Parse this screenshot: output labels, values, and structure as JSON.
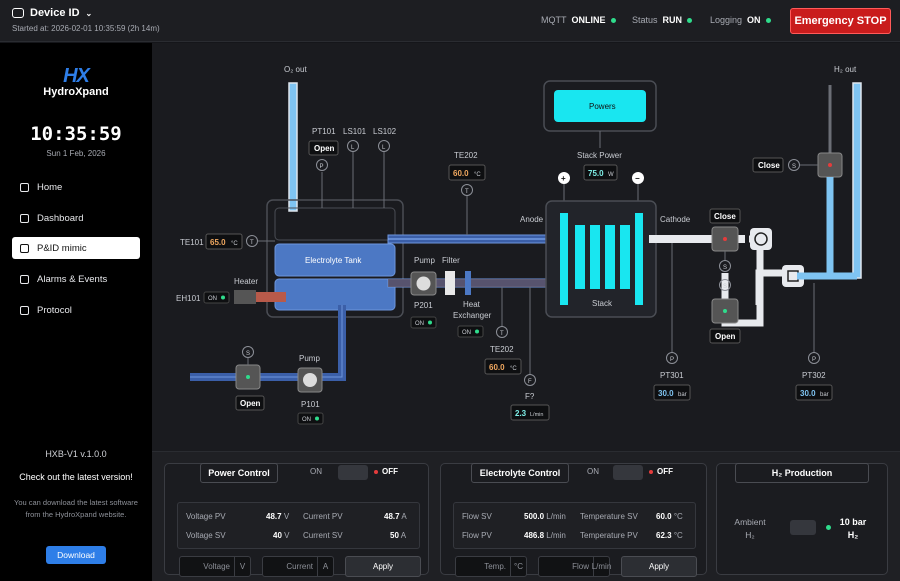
{
  "header": {
    "device": "Device ID",
    "started": "Started at: 2026-02-01 10:35:59 (2h 14m)",
    "mqtt_label": "MQTT",
    "mqtt_val": "ONLINE",
    "status_label": "Status",
    "status_val": "RUN",
    "logging_label": "Logging",
    "logging_val": "ON",
    "estop": "Emergency STOP"
  },
  "sidebar": {
    "logo": "HX",
    "brand": "HydroXpand",
    "clock": "10:35:59",
    "date": "Sun 1 Feb, 2026",
    "items": [
      {
        "label": "Home"
      },
      {
        "label": "Dashboard"
      },
      {
        "label": "P&ID mimic"
      },
      {
        "label": "Alarms & Events"
      },
      {
        "label": "Protocol"
      }
    ],
    "version": "HXB-V1 v.1.0.0",
    "check": "Check out the latest version!",
    "download_text": "You can download the latest software from the HydroXpand website.",
    "download": "Download"
  },
  "pid": {
    "o2_out": "O₂ out",
    "h2_out": "H₂ out",
    "pt101": "PT101",
    "pt101_btn": "Open",
    "ls101": "LS101",
    "ls102": "LS102",
    "te202_top": "TE202",
    "te202_top_val": "60.0",
    "te101": "TE101",
    "te101_val": "65.0",
    "degc": "°C",
    "tank": "Electrolyte Tank",
    "heater": "Heater",
    "eh101": "EH101",
    "on": "ON",
    "pump": "Pump",
    "filter": "Filter",
    "p201": "P201",
    "heat_ex1": "Heat",
    "heat_ex2": "Exchanger",
    "te202_bot": "TE202",
    "te202_bot_val": "60.0",
    "p101": "P101",
    "pump2": "Pump",
    "open_btn": "Open",
    "flow_label": "F?",
    "flow_val": "2.3",
    "lmin": "L/min",
    "powers": "Powers",
    "stack_power": "Stack Power",
    "stack_power_val": "75.0",
    "w": "W",
    "plus": "+",
    "minus": "−",
    "anode": "Anode",
    "cathode": "Cathode",
    "stack": "Stack",
    "close1": "Close",
    "close2": "Close",
    "open2": "Open",
    "pt301": "PT301",
    "pt301_val": "30.0",
    "pt302": "PT302",
    "pt302_val": "30.0",
    "bar": "bar",
    "s": "S",
    "l": "L",
    "p": "P",
    "t": "T",
    "f": "F"
  },
  "power": {
    "title": "Power Control",
    "on": "ON",
    "off": "OFF",
    "vpv": "Voltage PV",
    "vpv_val": "48.7",
    "vpv_u": "V",
    "cpv": "Current PV",
    "cpv_val": "48.7",
    "cpv_u": "A",
    "vsv": "Voltage SV",
    "vsv_val": "40",
    "vsv_u": "V",
    "csv": "Current SV",
    "csv_val": "50",
    "csv_u": "A",
    "in1": "Voltage",
    "in1_u": "V",
    "in2": "Current",
    "in2_u": "A",
    "apply": "Apply"
  },
  "elec": {
    "title": "Electrolyte Control",
    "on": "ON",
    "off": "OFF",
    "fsv": "Flow SV",
    "fsv_val": "500.0",
    "fsv_u": "L/min",
    "tsv": "Temperature SV",
    "tsv_val": "60.0",
    "tsv_u": "°C",
    "fpv": "Flow PV",
    "fpv_val": "486.8",
    "fpv_u": "L/min",
    "tpv": "Temperature PV",
    "tpv_val": "62.3",
    "tpv_u": "°C",
    "in1": "Temp.",
    "in1_u": "°C",
    "in2": "Flow",
    "in2_u": "L/min",
    "apply": "Apply"
  },
  "h2": {
    "title": "H₂ Production",
    "amb1": "Ambient",
    "amb2": "H₂",
    "val1": "10 bar",
    "val2": "H₂"
  }
}
